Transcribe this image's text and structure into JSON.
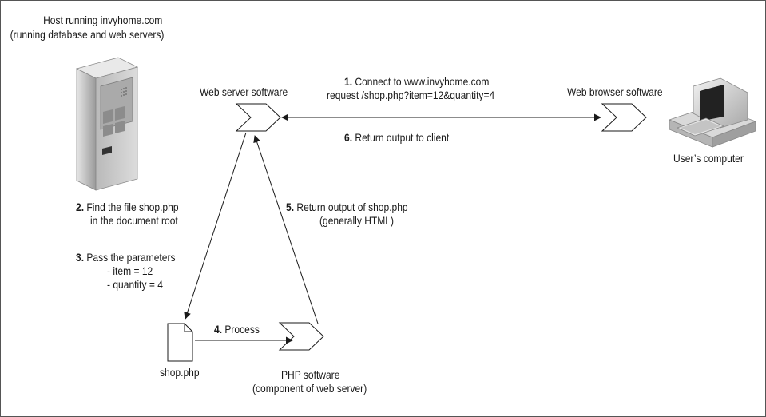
{
  "host": {
    "title_line1": "Host running invyhome.com",
    "title_line2": "(running database and web servers)"
  },
  "nodes": {
    "web_server": "Web server software",
    "web_browser": "Web browser software",
    "user_computer": "User’s computer",
    "php_file": "shop.php",
    "php_software_line1": "PHP software",
    "php_software_line2": "(component of web server)"
  },
  "steps": [
    {
      "num": "1.",
      "line1": "Connect to www.invyhome.com",
      "line2": "request /shop.php?item=12&quantity=4"
    },
    {
      "num": "2.",
      "line1": "Find the file shop.php",
      "line2": "in the document root"
    },
    {
      "num": "3.",
      "line1": "Pass the parameters",
      "line2": "- item = 12",
      "line3": "- quantity = 4"
    },
    {
      "num": "4.",
      "line1": "Process"
    },
    {
      "num": "5.",
      "line1": "Return output of shop.php",
      "line2": "(generally HTML)"
    },
    {
      "num": "6.",
      "line1": "Return output to client"
    }
  ],
  "colors": {
    "border": "#555555",
    "line": "#1a1a1a",
    "server_body": "#c8c8c8",
    "monitor_screen": "#222222"
  },
  "icons": [
    "server-tower-icon",
    "desktop-computer-icon",
    "document-file-icon",
    "chevron-arrow-icon"
  ]
}
